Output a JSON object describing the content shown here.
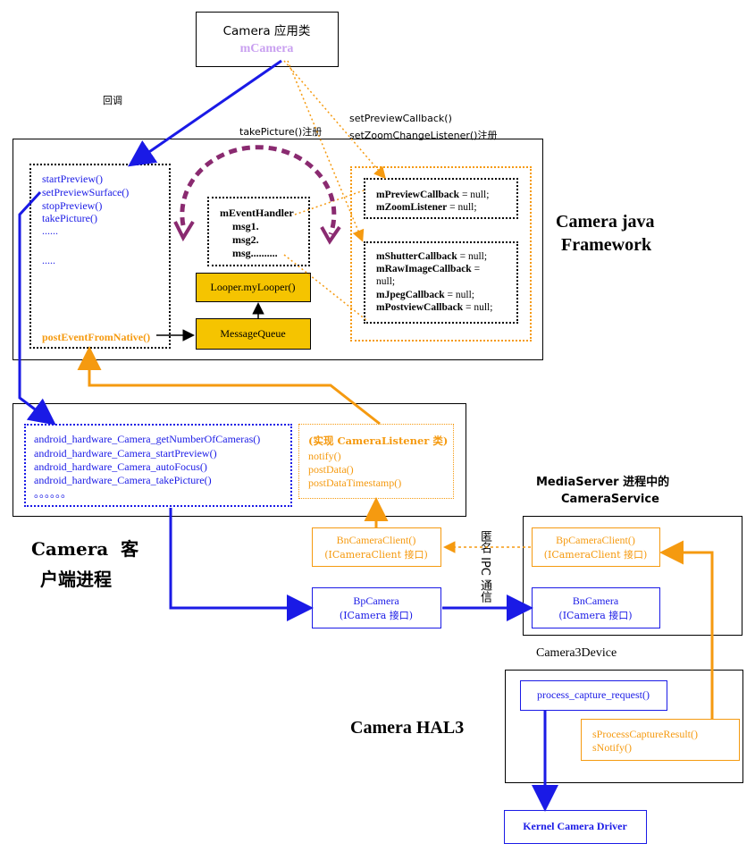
{
  "app_box": {
    "title": "Camera 应用类",
    "member": "mCamera"
  },
  "callback_label": "回调",
  "take_picture_label": "takePicture()注册",
  "set_preview_labels": [
    "setPreviewCallback()",
    "setZoomChangeListener()注册"
  ],
  "framework": {
    "title_line1": "Camera java",
    "title_line2": "Framework",
    "methods": [
      "startPreview()",
      "setPreviewSurface()",
      "stopPreview()",
      "takePicture()",
      "......",
      "....."
    ],
    "post_event": "postEventFromNative()",
    "event_handler": {
      "name": "mEventHandler",
      "msgs": [
        "msg1.",
        "msg2.",
        "msg.........."
      ]
    },
    "looper": "Looper.myLooper()",
    "queue": "MessageQueue",
    "preview_callbacks": [
      {
        "name": "mPreviewCallback",
        "suffix": " = null;"
      },
      {
        "name": "mZoomListener",
        "suffix": " = null;"
      }
    ],
    "shutter_callbacks": [
      {
        "name": "mShutterCallback",
        "suffix": " = null;"
      },
      {
        "name": "mRawImageCallback",
        "suffix": " ="
      },
      {
        "name": "",
        "suffix": "null;"
      },
      {
        "name": "mJpegCallback",
        "suffix": " = null;"
      },
      {
        "name": "mPostviewCallback",
        "suffix": " = null;"
      }
    ]
  },
  "client_process": {
    "title_line1": "Camera  客",
    "title_line2": "户端进程",
    "jni_methods": [
      "android_hardware_Camera_getNumberOfCameras()",
      "android_hardware_Camera_startPreview()",
      "android_hardware_Camera_autoFocus()",
      "android_hardware_Camera_takePicture()",
      "。。。。。。"
    ],
    "listener": {
      "title": "(实现 CameraListener 类)",
      "methods": [
        "notify()",
        "postData()",
        "postDataTimestamp()"
      ]
    },
    "bn_camera_client": [
      "BnCameraClient()",
      "(ICameraClient 接口)"
    ],
    "bp_camera": [
      "BpCamera",
      "(ICamera 接口)"
    ]
  },
  "ipc_label": "匿名 IPC 通信",
  "media_server": {
    "title_line1": "MediaServer 进程中的",
    "title_line2": "CameraService",
    "bp_camera_client": [
      "BpCameraClient()",
      "(ICameraClient 接口)"
    ],
    "bn_camera": [
      "BnCamera",
      "(ICamera 接口)"
    ]
  },
  "camera3device": "Camera3Device",
  "hal": {
    "title": "Camera HAL3",
    "process_request": "process_capture_request()",
    "callbacks": [
      "sProcessCaptureResult()",
      "sNotify()"
    ]
  },
  "driver": "Kernel Camera Driver",
  "colors": {
    "blue": "#1a1ae6",
    "orange": "#f59a10",
    "purple": "#8a2a70",
    "gold": "#f5c400",
    "lavender": "#c9a0f0"
  }
}
